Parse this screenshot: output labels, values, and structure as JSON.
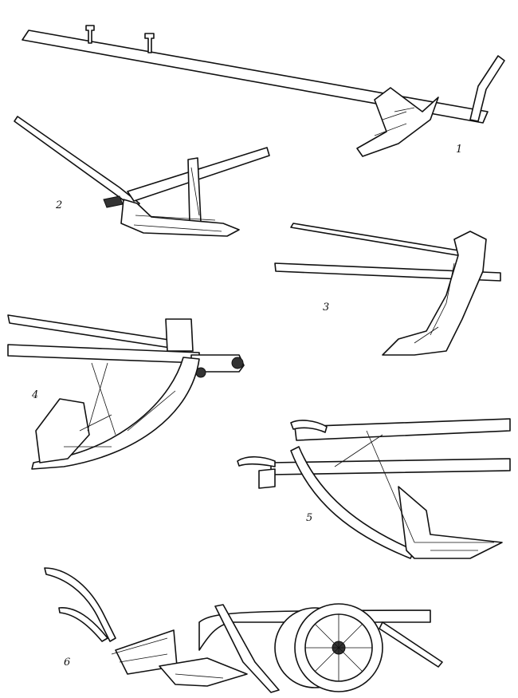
{
  "figure": {
    "labels": [
      "1",
      "2",
      "3",
      "4",
      "5",
      "6"
    ],
    "ink_color": "#111111",
    "background": "#ffffff"
  }
}
